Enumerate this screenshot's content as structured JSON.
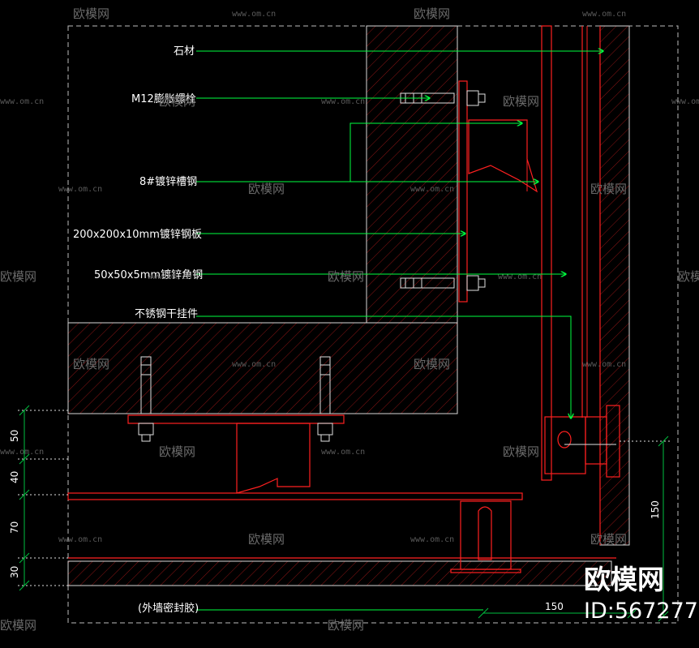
{
  "drawing": {
    "labels": [
      {
        "id": "stone",
        "text": "石材"
      },
      {
        "id": "bolt",
        "text": "M12膨胀螺栓"
      },
      {
        "id": "channel",
        "text": "8#镀锌槽钢"
      },
      {
        "id": "plate",
        "text": "200x200x10mm镀锌钢板"
      },
      {
        "id": "angle",
        "text": "50x50x5mm镀锌角钢"
      },
      {
        "id": "pendant",
        "text": "不锈钢干挂件"
      },
      {
        "id": "sealant",
        "text": "(外墙密封胶)"
      }
    ],
    "dimensions": {
      "vertical": [
        "50",
        "40",
        "70",
        "30"
      ],
      "right": "150",
      "bottom": "150"
    }
  },
  "watermark": {
    "text": "欧模网",
    "url": "www.om.cn",
    "brand": "欧模网",
    "id": "ID:567277"
  },
  "colors": {
    "background": "#000000",
    "linework": "#ffffff",
    "section": "#ff2020",
    "leader": "#00ff40",
    "dimension": "#00c040"
  }
}
